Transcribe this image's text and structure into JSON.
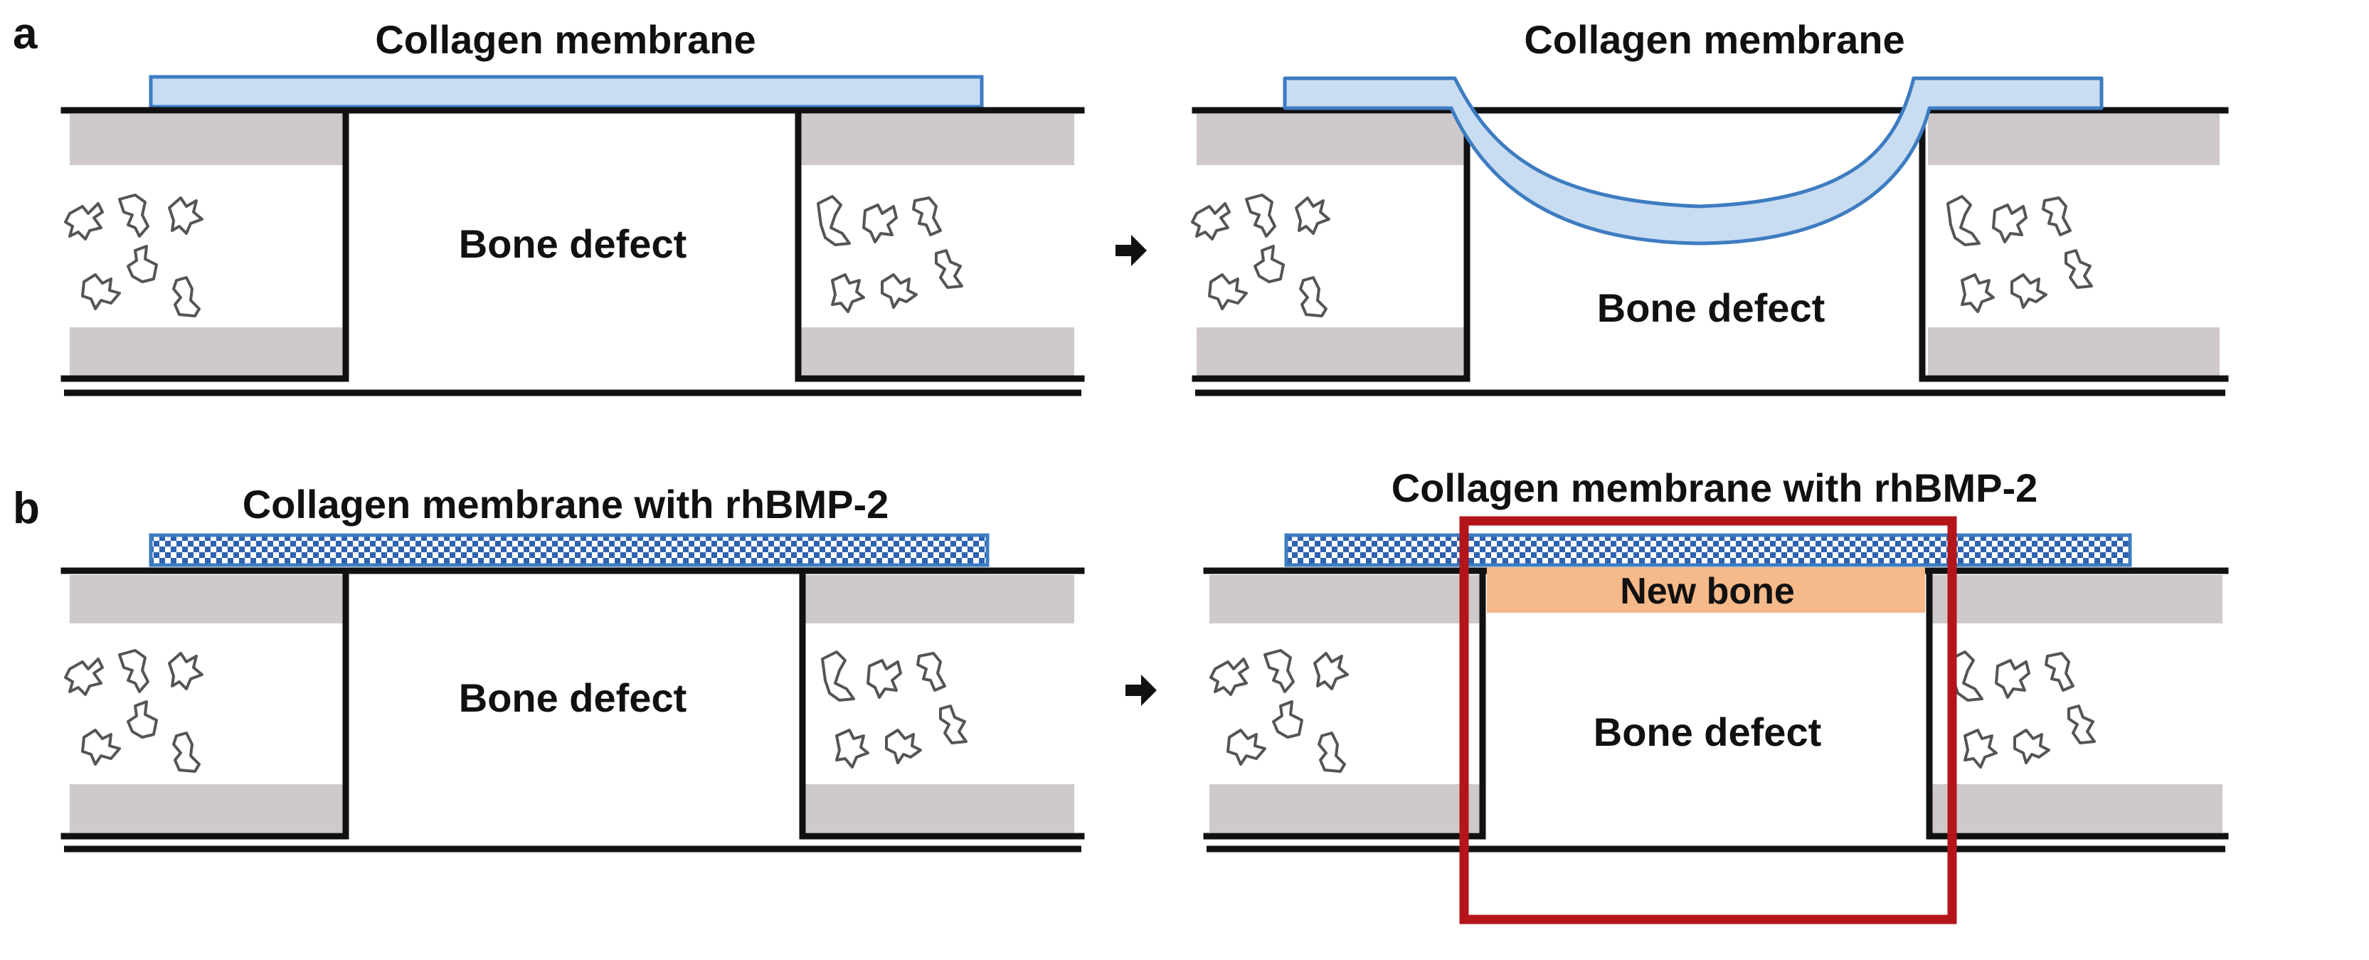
{
  "panel_a": {
    "letter": "a",
    "left_title": "Collagen membrane",
    "right_title": "Collagen membrane",
    "left_defect": "Bone defect",
    "right_defect": "Bone defect"
  },
  "panel_b": {
    "letter": "b",
    "left_title": "Collagen membrane with rhBMP-2",
    "right_title": "Collagen membrane with rhBMP-2",
    "left_defect": "Bone defect",
    "right_defect": "Bone defect",
    "new_bone": "New bone"
  },
  "colors": {
    "membrane_fill": "#c8dcf2",
    "membrane_stroke": "#3d7cc1",
    "bone_grey": "#cfc9c9",
    "new_bone": "#f6b98a",
    "highlight_box": "#b3151b"
  },
  "icons": {
    "transition_arrow": "right-arrow-icon"
  }
}
